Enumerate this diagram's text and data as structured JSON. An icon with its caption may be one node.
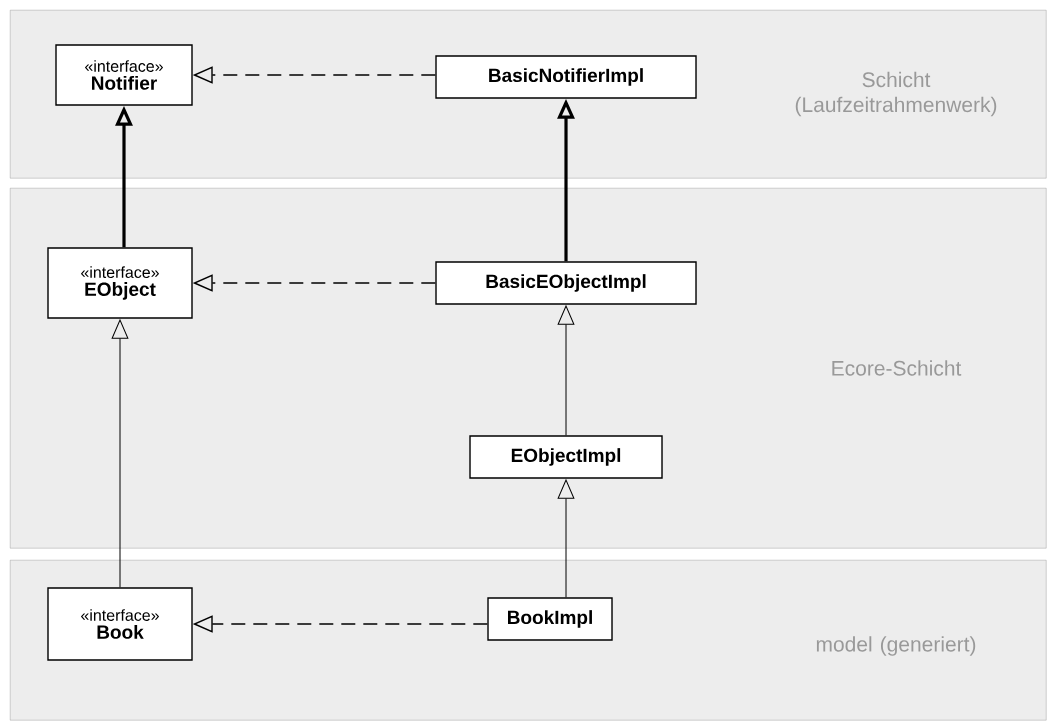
{
  "diagram": {
    "nodes": [
      {
        "text": [
          "Schicht (Laufzeitrahmenwerk)"
        ]
      },
      {
        "text": [
          "«interface»",
          "Notifier"
        ],
        "in": 0
      },
      {
        "text": [
          "BasicNotifierImpl"
        ],
        "in": 0
      },
      {
        "text": [
          "Ecore-Schicht"
        ]
      },
      {
        "text": [
          "«interface»",
          "EObject"
        ],
        "in": 3
      },
      {
        "text": [
          "BasicEObjectImpl"
        ],
        "in": 3
      },
      {
        "text": [
          "EObjectImpl"
        ],
        "in": 3
      },
      {
        "text": [
          "model (generiert)"
        ]
      },
      {
        "text": [
          "«interface»",
          "Book"
        ],
        "in": 7
      },
      {
        "text": [
          "BookImpl"
        ],
        "in": 7
      }
    ],
    "edges": [
      {
        "from": 2,
        "to": 1,
        "arrow": "to",
        "style": "dashed"
      },
      {
        "from": 4,
        "to": 1,
        "arrow": "to",
        "style": "thick"
      },
      {
        "from": 5,
        "to": 4,
        "arrow": "to",
        "style": "dashed"
      },
      {
        "from": 5,
        "to": 2,
        "arrow": "to",
        "style": "thick"
      },
      {
        "from": 6,
        "to": 5,
        "arrow": "to"
      },
      {
        "from": 8,
        "to": 4,
        "arrow": "to"
      },
      {
        "from": 9,
        "to": 6,
        "arrow": "to"
      },
      {
        "from": 9,
        "to": 8,
        "arrow": "to",
        "style": "dashed"
      }
    ]
  }
}
